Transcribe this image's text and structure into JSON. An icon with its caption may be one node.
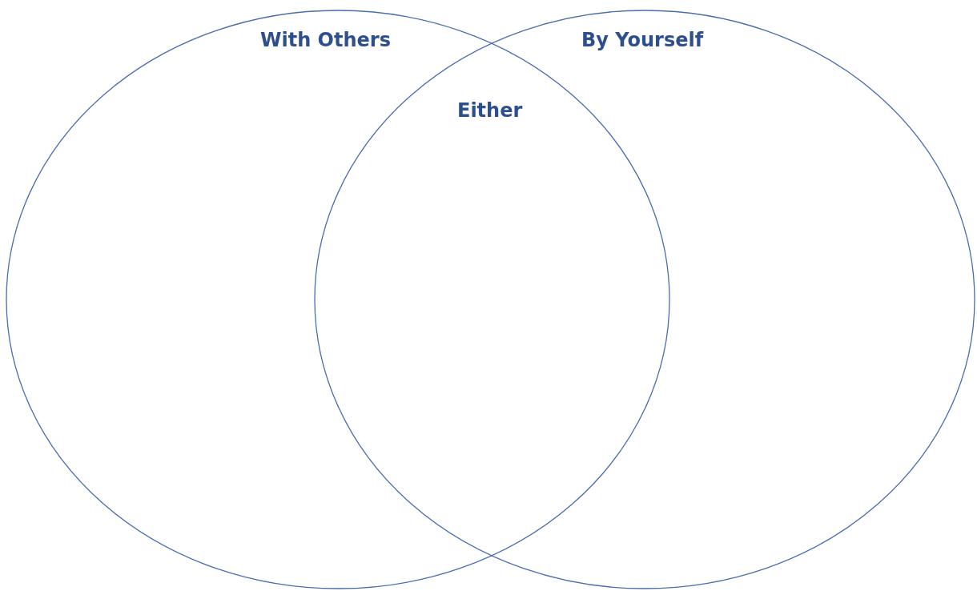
{
  "diagram": {
    "nodes": [
      {
        "text": [
          "With Others"
        ]
      },
      {
        "text": [
          "By Yourself"
        ]
      }
    ],
    "edges": [],
    "labels": [
      "Either"
    ]
  }
}
